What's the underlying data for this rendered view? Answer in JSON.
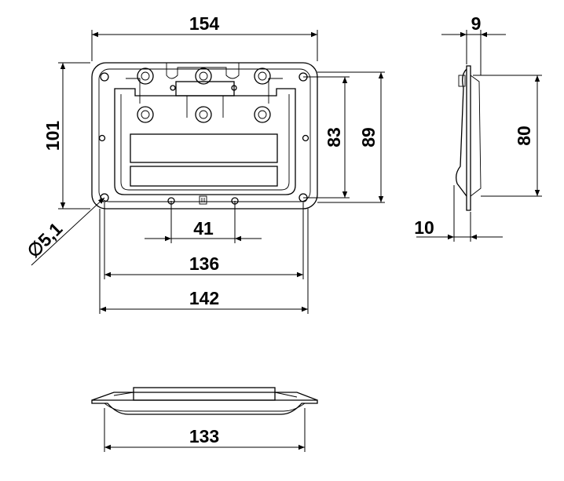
{
  "drawing": {
    "front_view": {
      "width_overall": "154",
      "height_overall": "101",
      "height_inner_a": "83",
      "height_inner_b": "89",
      "hole_diameter": "∅5,1",
      "hole_spacing_center": "41",
      "hole_spacing_a": "136",
      "hole_spacing_b": "142"
    },
    "side_view": {
      "depth_top": "9",
      "depth_bottom": "10",
      "height": "80"
    },
    "bottom_view": {
      "width": "133"
    }
  }
}
